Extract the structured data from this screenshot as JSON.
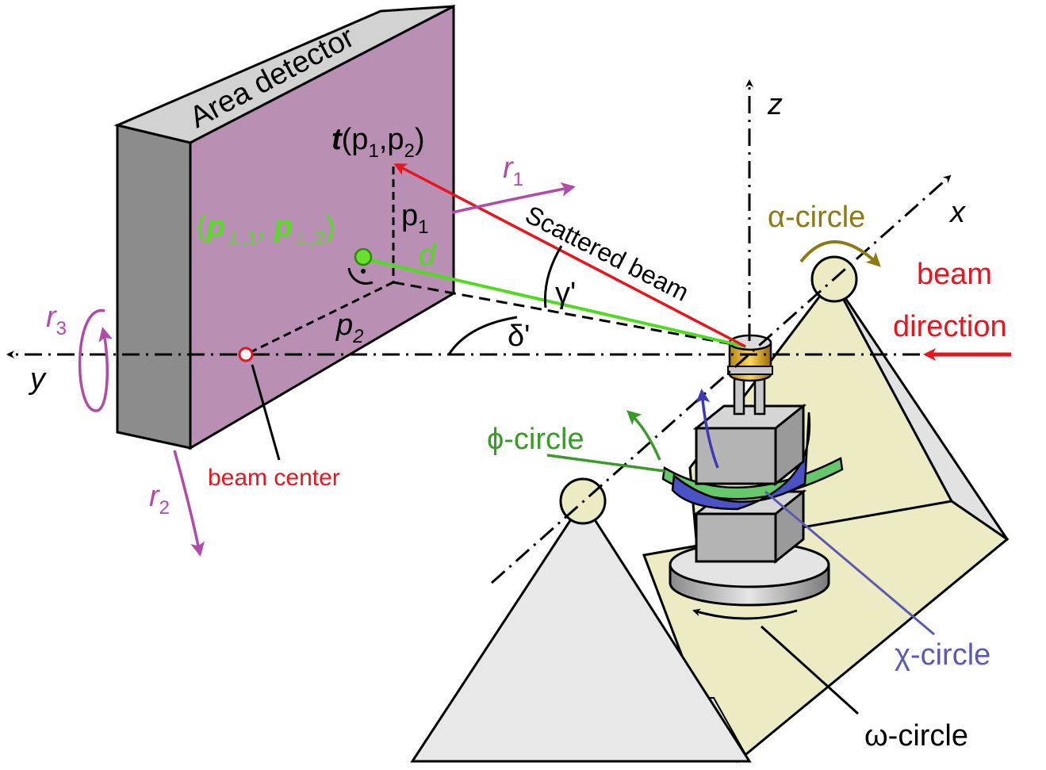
{
  "detector": {
    "label": "Area detector",
    "face_color": "#b98fb4",
    "top_color": "#d2d2d2",
    "side_color": "#8c8c8c"
  },
  "pixel_point": {
    "t_symbol": "t",
    "open_paren": "(p",
    "sub1": "1",
    "comma": ",p",
    "sub2": "2",
    "close_paren": ")"
  },
  "perp_point": {
    "open": "(",
    "p1": "p",
    "perp1": "⊥,1",
    "comma": ", ",
    "p2": "p",
    "perp2": "⊥,2",
    "close": ")",
    "color": "#55dd22"
  },
  "labels": {
    "p1": "p",
    "p1_sub": "1",
    "p2": "p",
    "p2_sub": "2",
    "d": "d",
    "r1": "r",
    "r1_sub": "1",
    "r2": "r",
    "r2_sub": "2",
    "r3": "r",
    "r3_sub": "3",
    "y_axis": "y",
    "x_axis": "x",
    "z_axis": "z",
    "scattered_beam": "Scattered beam",
    "gamma": "γ'",
    "delta": "δ'",
    "beam_center": "beam center",
    "beam_dir_line1": "beam",
    "beam_dir_line2": "direction",
    "alpha_circle": "α-circle",
    "phi_circle": "ϕ-circle",
    "chi_circle": "χ-circle",
    "omega_circle": "ω-circle"
  },
  "colors": {
    "red": "#e8141e",
    "green": "#4fdc1e",
    "magenta": "#b24aa8",
    "olive": "#8c7a14",
    "phi_green": "#3a9a2a",
    "chi_blue": "#5a5ab4",
    "pyramid_light": "#e8e8e8",
    "pyramid_yellow": "#ecebc4"
  }
}
